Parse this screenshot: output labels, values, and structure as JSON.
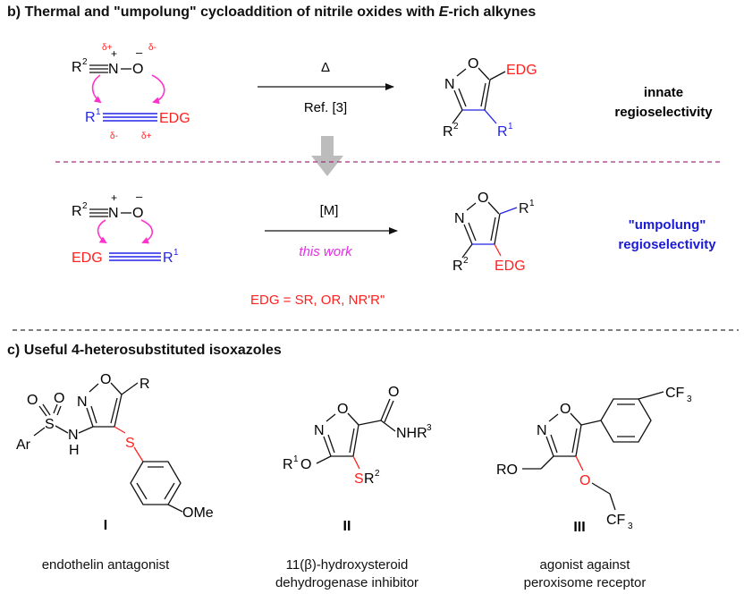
{
  "section_b": {
    "label": "b)",
    "title_a": "Thermal and \"umpolung\" cycloaddition of nitrile oxides with ",
    "title_em": "E",
    "title_b": "-rich alkynes"
  },
  "reaction1": {
    "arrow_top": "Δ",
    "arrow_bottom": "Ref. [3]",
    "note_line1": "innate",
    "note_line2": "regioselectivity"
  },
  "reaction2": {
    "arrow_top": "[M]",
    "arrow_bottom": "this work",
    "note_line1": "\"umpolung\"",
    "note_line2": "regioselectivity"
  },
  "edg_definition": "EDG = SR, OR, NR'R\"",
  "section_c": {
    "label": "c)",
    "title": "Useful 4-heterosubstituted isoxazoles"
  },
  "compounds": [
    {
      "numeral": "I",
      "description_lines": [
        "endothelin antagonist"
      ]
    },
    {
      "numeral": "II",
      "description_lines": [
        "11(β)-hydroxysteroid",
        "dehydrogenase inhibitor"
      ]
    },
    {
      "numeral": "III",
      "description_lines": [
        "agonist against",
        "peroxisome receptor"
      ]
    }
  ],
  "atom_labels": {
    "R": "R",
    "R1": "1",
    "R2": "2",
    "R3": "3",
    "N": "N",
    "O": "O",
    "S": "S",
    "EDG": "EDG",
    "Ar": "Ar",
    "H": "H",
    "NHR": "NHR",
    "OMe": "OMe",
    "RO": "RO",
    "CF": "CF",
    "F3sub": "3",
    "plus": "+",
    "minus": "–",
    "delta_plus": "δ+",
    "delta_minus": "δ-"
  },
  "colors": {
    "edg": "#ff2020",
    "alkyne_blue": "#2323e6",
    "curly_arrow": "#ff33cc",
    "this_work": "#e62ee6",
    "umpolung_note": "#1a1ad6",
    "dashed_divider_purple": "#a0307c",
    "dashed_divider_black": "#333333",
    "gray_arrow": "#bcbcbc"
  }
}
